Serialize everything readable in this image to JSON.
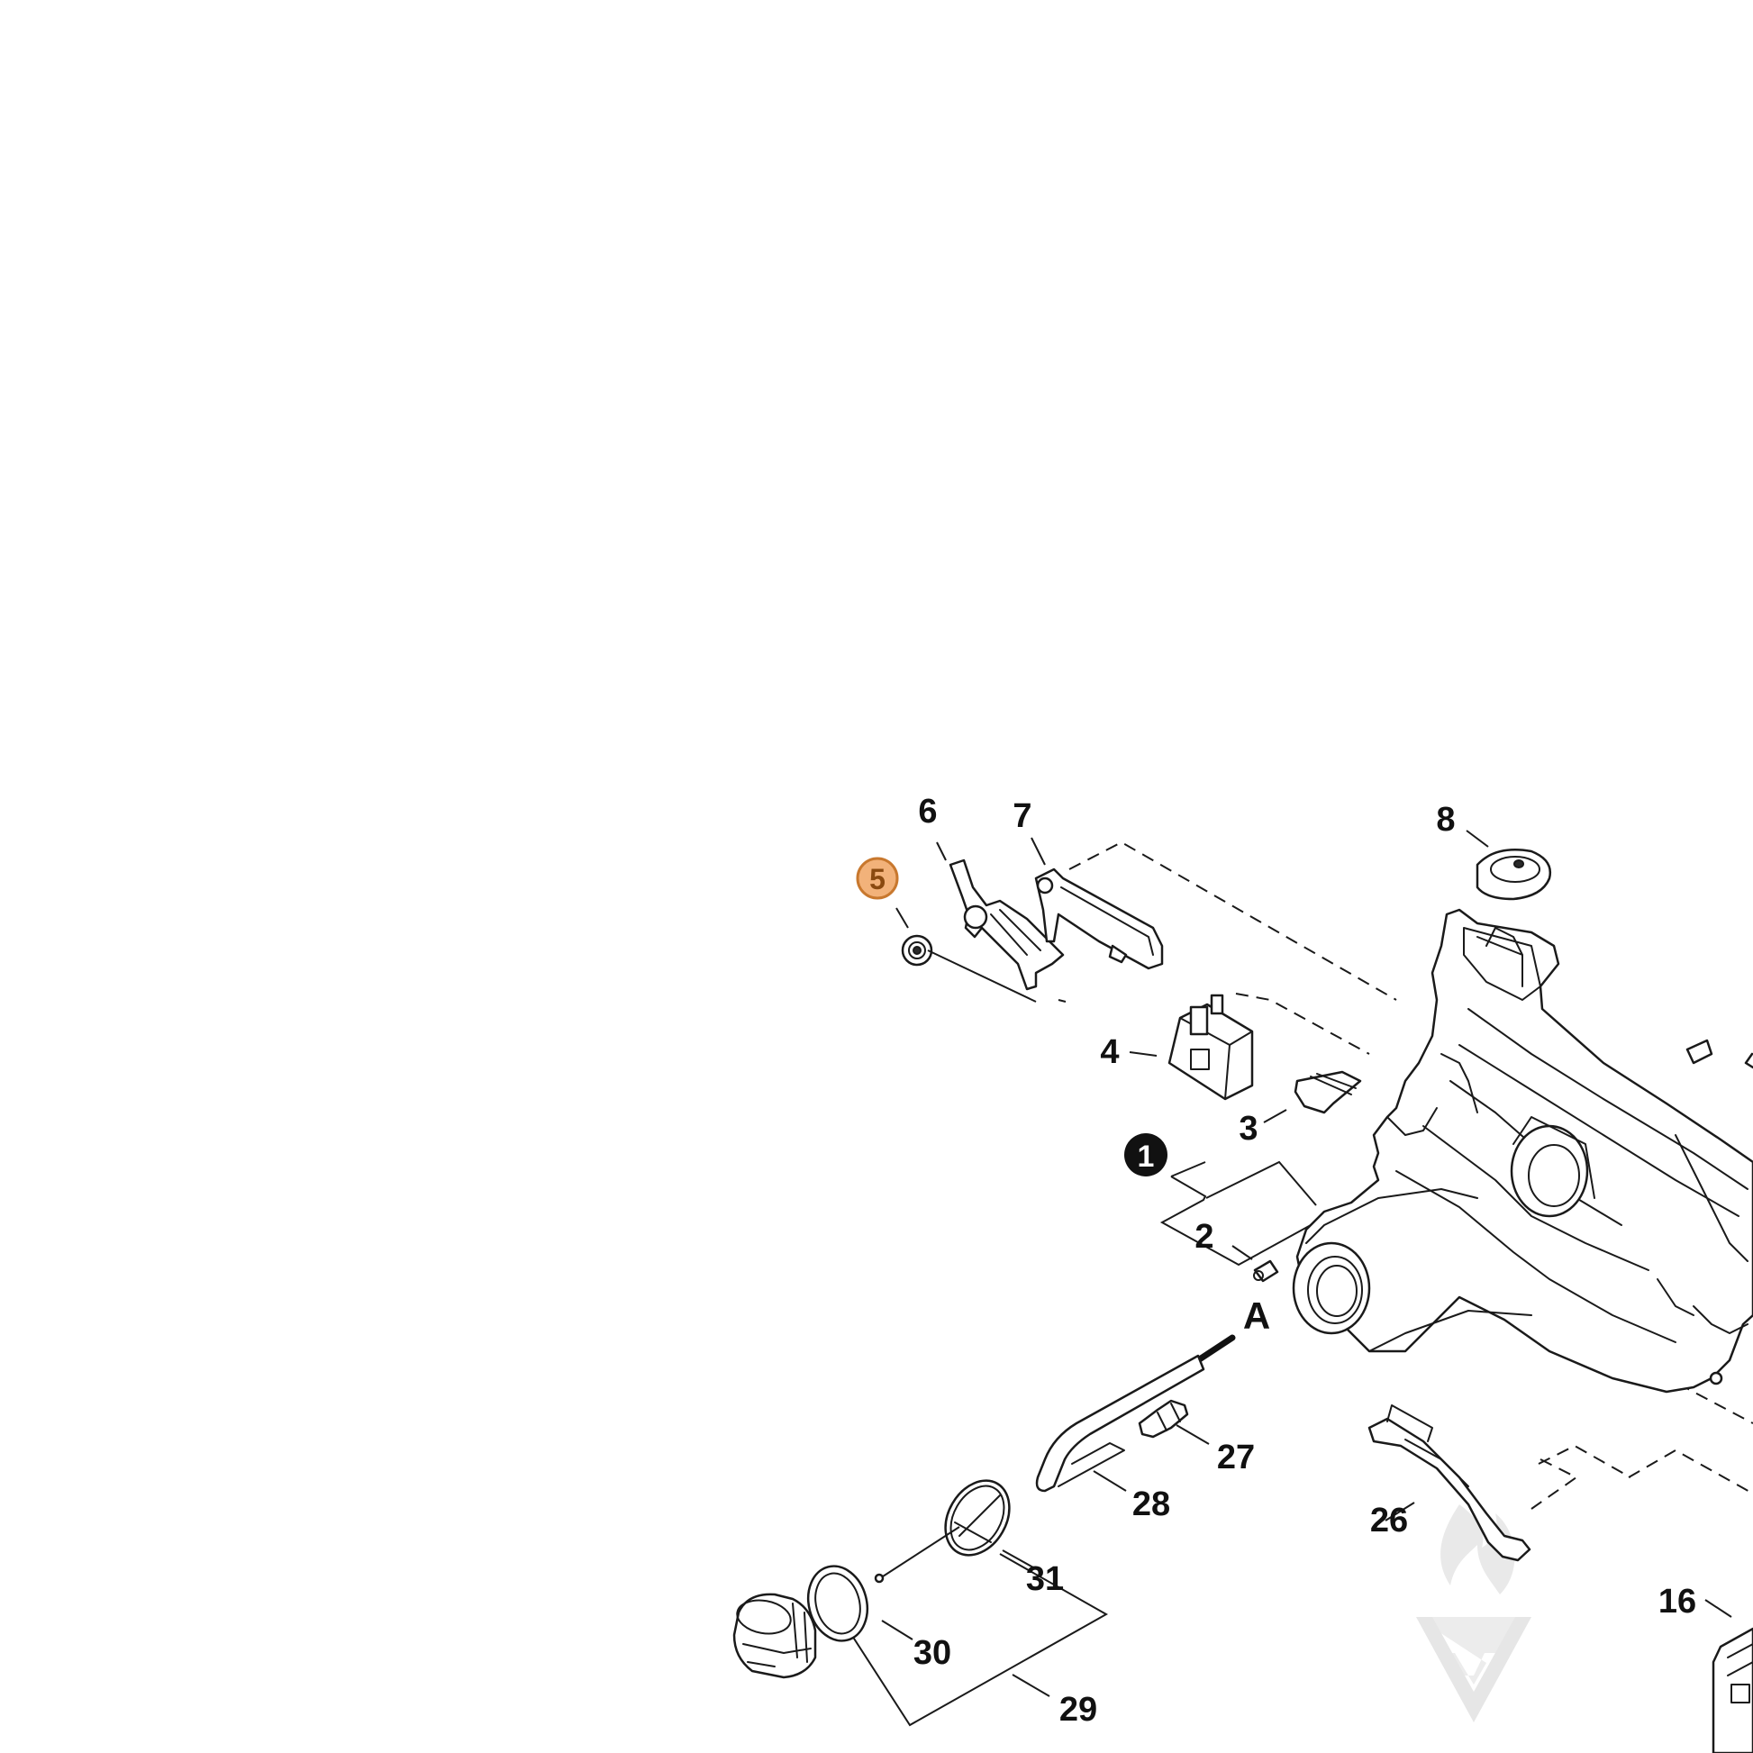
{
  "diagram": {
    "selected_callout": "5",
    "colors": {
      "line": "#1a1a1a",
      "highlight_fill": "#f2b27a",
      "highlight_stroke": "#c8782e",
      "watermark": "#e9e9e9"
    },
    "callouts": {
      "c1": "1",
      "c2": "2",
      "c3": "3",
      "c4": "4",
      "c5": "5",
      "c6": "6",
      "c7": "7",
      "c8": "8",
      "c16": "16",
      "c26": "26",
      "c27": "27",
      "c28": "28",
      "c29": "29",
      "c30": "30",
      "c31": "31",
      "cA": "A"
    },
    "watermark_icon": "flame-v-logo"
  }
}
